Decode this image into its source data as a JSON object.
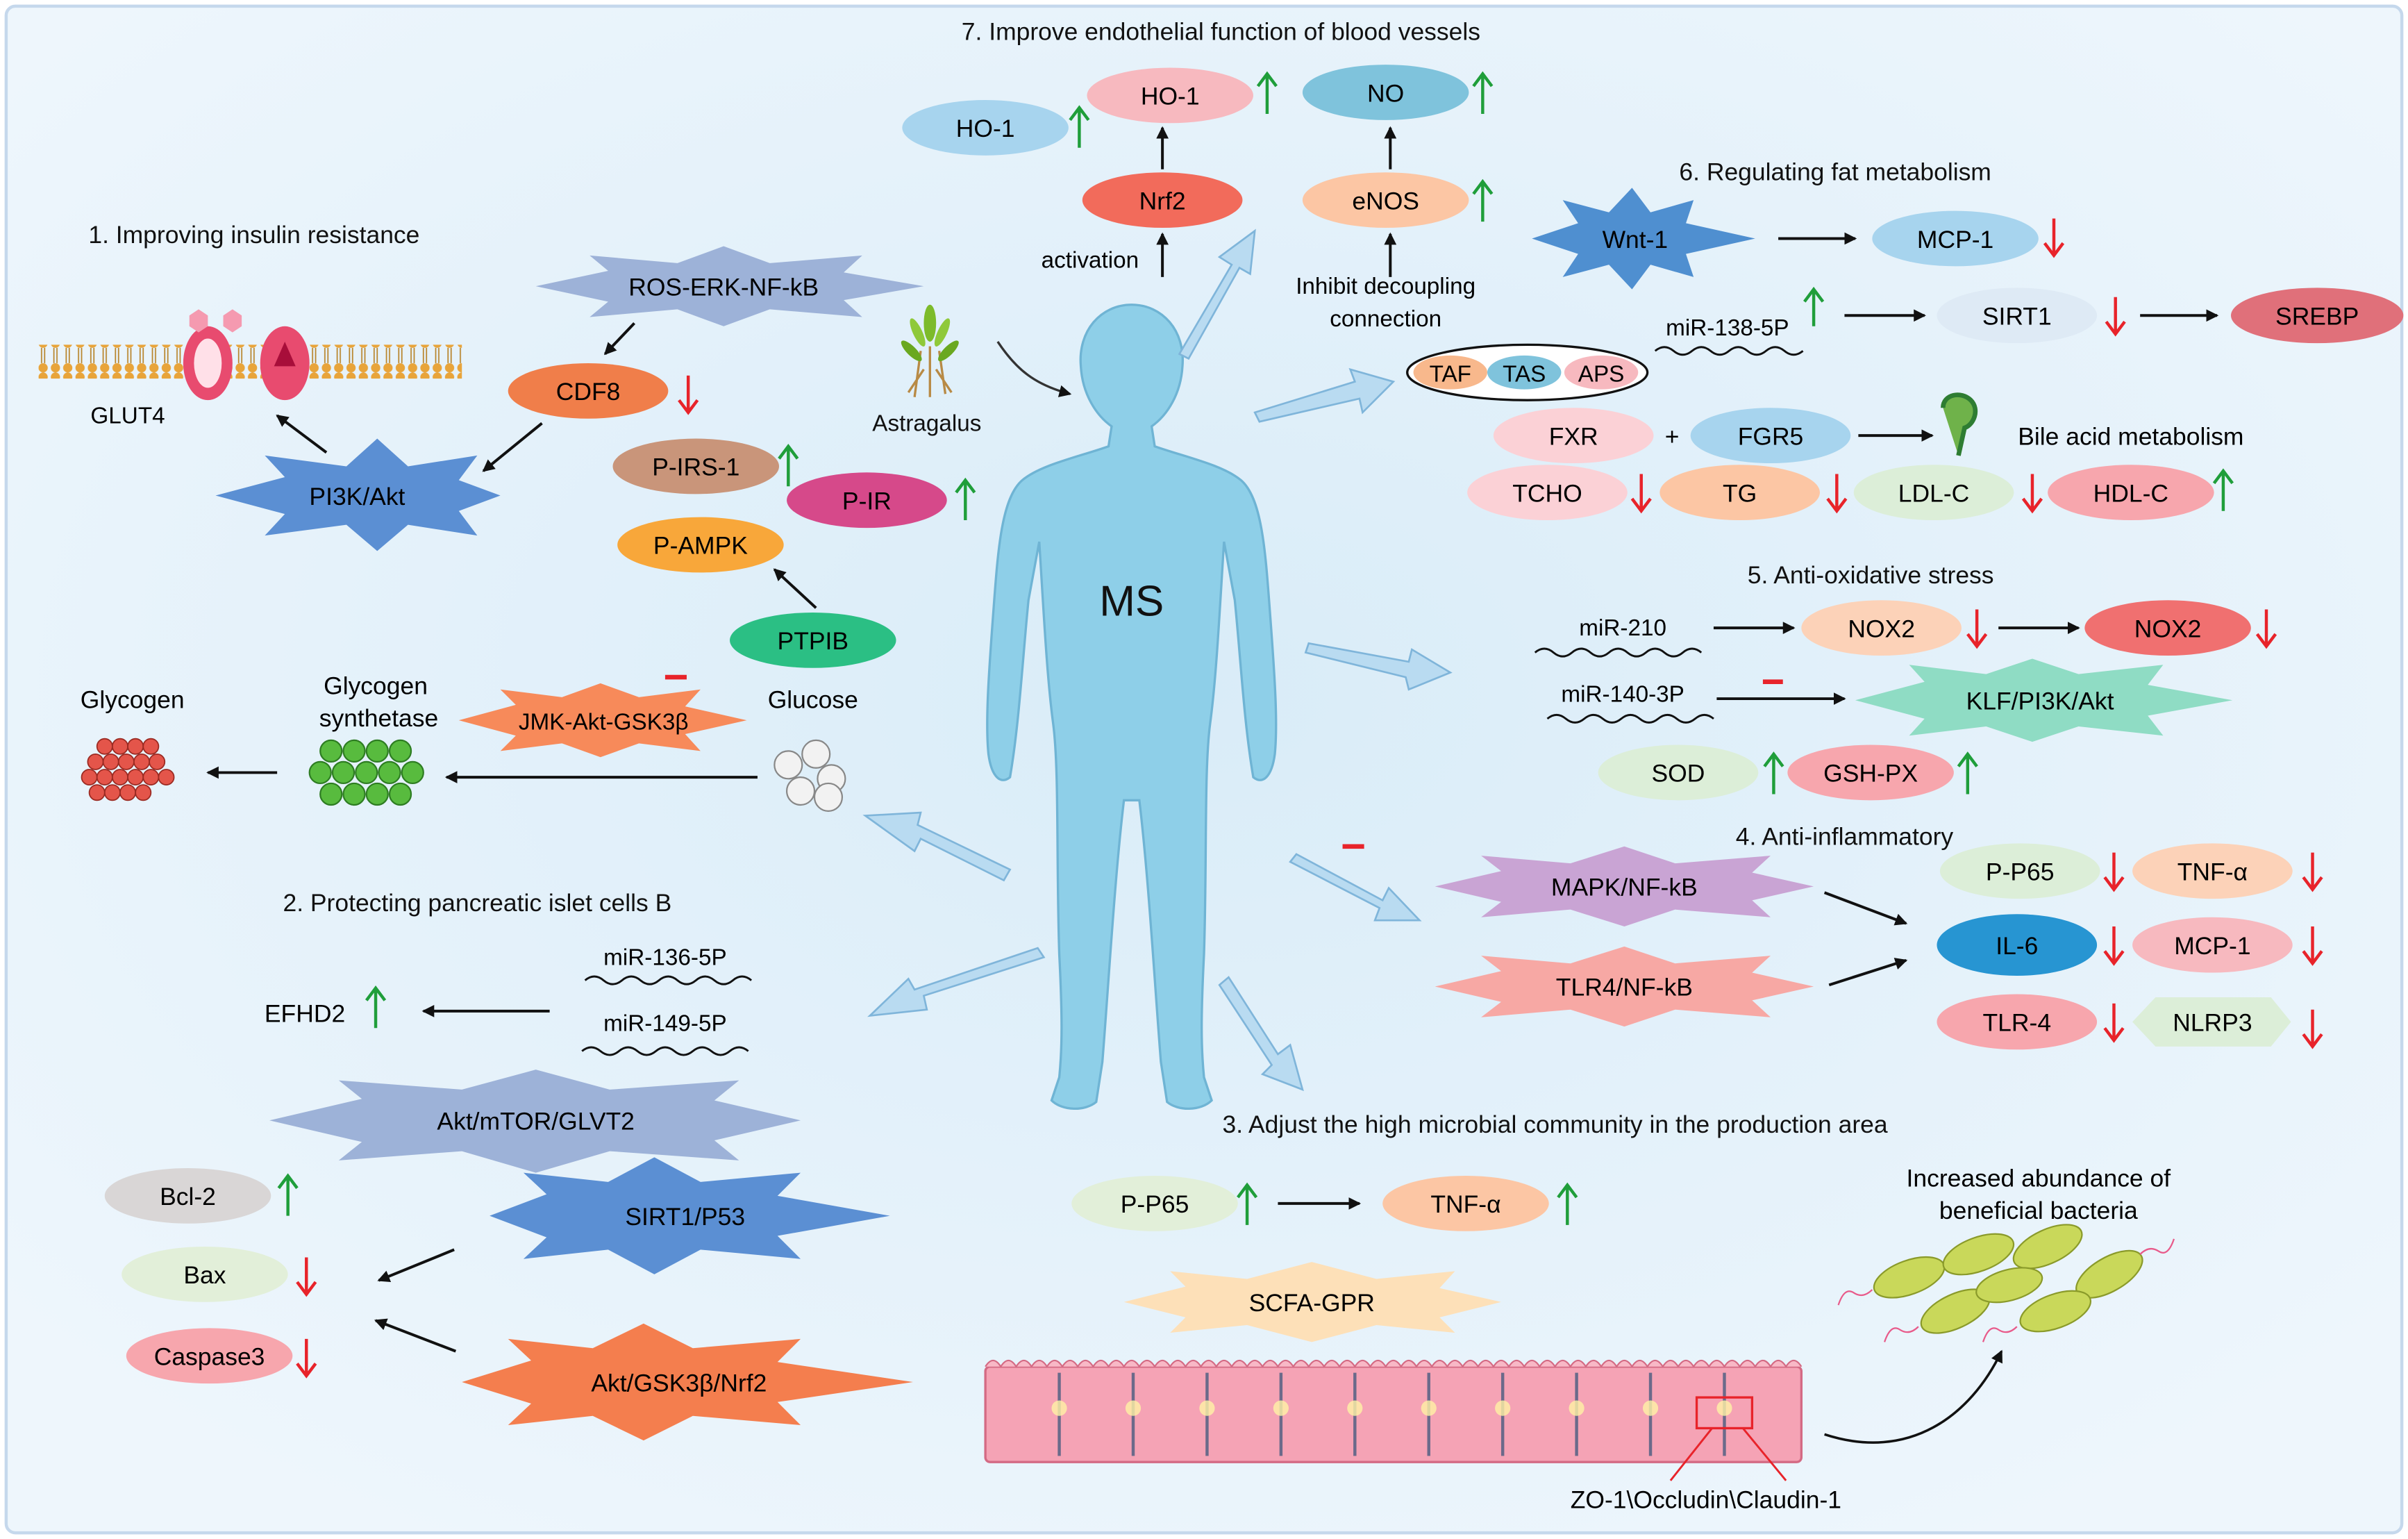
{
  "center": {
    "label": "MS"
  },
  "plant": {
    "label": "Astragalus"
  },
  "section1": {
    "title": "1. Improving insulin resistance",
    "glut4": "GLUT4",
    "ros": "ROS-ERK-NF-kB",
    "cdf8": "CDF8",
    "pi3k": "PI3K/Akt",
    "pirs1": "P-IRS-1",
    "pir": "P-IR",
    "pampk": "P-AMPK",
    "ptpib": "PTPIB",
    "glucose": "Glucose",
    "glycogen": "Glycogen",
    "synthetase": [
      "Glycogen",
      "synthetase"
    ],
    "jmk": "JMK-Akt-GSK3β"
  },
  "section2": {
    "title": "2. Protecting pancreatic islet cells B",
    "mir136": "miR-136-5P",
    "mir149": "miR-149-5P",
    "efhd2": "EFHD2",
    "aktmtor": "Akt/mTOR/GLVT2",
    "sirt1p53": "SIRT1/P53",
    "aktgsk": "Akt/GSK3β/Nrf2",
    "bcl2": "Bcl-2",
    "bax": "Bax",
    "caspase3": "Caspase3"
  },
  "section3": {
    "title": "3. Adjust the high microbial community in the production area",
    "pp65": "P-P65",
    "tnfa": "TNF-α",
    "scfa": "SCFA-GPR",
    "bacteria": [
      "Increased abundance of",
      "beneficial bacteria"
    ],
    "tight": "ZO-1\\Occludin\\Claudin-1"
  },
  "section4": {
    "title": "4. Anti-inflammatory",
    "mapk": "MAPK/NF-kB",
    "tlr4nf": "TLR4/NF-kB",
    "pp65": "P-P65",
    "tnfa": "TNF-α",
    "il6": "IL-6",
    "mcp1": "MCP-1",
    "tlr4": "TLR-4",
    "nlrp3": "NLRP3"
  },
  "section5": {
    "title": "5. Anti-oxidative stress",
    "mir210": "miR-210",
    "nox2a": "NOX2",
    "nox2b": "NOX2",
    "mir140": "miR-140-3P",
    "klf": "KLF/PI3K/Akt",
    "sod": "SOD",
    "gshpx": "GSH-PX"
  },
  "section6": {
    "title": "6. Regulating fat metabolism",
    "wnt1": "Wnt-1",
    "mcp1": "MCP-1",
    "mir138": "miR-138-5P",
    "sirt1": "SIRT1",
    "srebp": "SREBP",
    "taf": "TAF",
    "tas": "TAS",
    "aps": "APS",
    "fxr": "FXR",
    "plus": "+",
    "fgr5": "FGR5",
    "bile": "Bile acid metabolism",
    "tcho": "TCHO",
    "tg": "TG",
    "ldlc": "LDL-C",
    "hdlc": "HDL-C"
  },
  "section7": {
    "title": "7. Improve endothelial function of blood vessels",
    "ho1a": "HO-1",
    "ho1b": "HO-1",
    "nrf2": "Nrf2",
    "activation": "activation",
    "no": "NO",
    "enos": "eNOS",
    "inhibit": [
      "Inhibit decoupling",
      "connection"
    ]
  },
  "colors": {
    "up": "#1f9e3a",
    "down": "#e8232a",
    "inhibit": "#e8232a"
  }
}
